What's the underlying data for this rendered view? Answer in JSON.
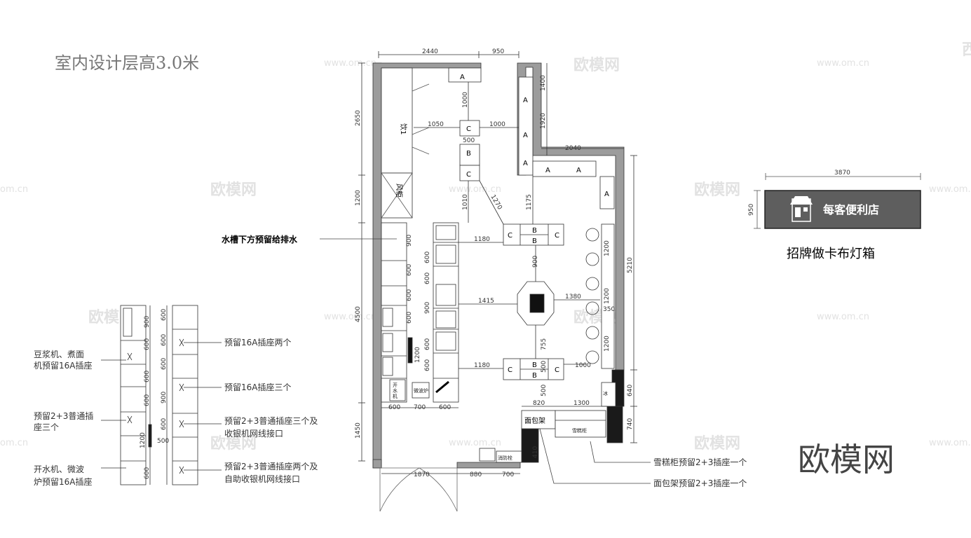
{
  "title": "室内设计层高3.0米",
  "sign": {
    "width_dim": "3870",
    "height_dim": "950",
    "shop_name": "每客便利店",
    "caption": "招牌做卡布灯箱"
  },
  "watermarks": {
    "site": "www.om.cn",
    "brand": "欧模网",
    "corner_brand": "欧模网",
    "partial_left": "om.cn",
    "partial_right": "西"
  },
  "notes": {
    "sink": "水槽下方预留给排水",
    "cake_cabinet": "雪糕柜预留2+3插座一个",
    "bread_rack": "面包架预留2+3插座一个"
  },
  "elevation_notes": {
    "left_1a": "豆浆机、煮面",
    "left_1b": "机预留16A插座",
    "left_2a": "预留2+3普通插",
    "left_2b": "座三个",
    "left_3a": "开水机、微波",
    "left_3b": "炉预留16A插座",
    "right_1": "预留16A插座两个",
    "right_2": "预留16A插座三个",
    "right_3a": "预留2+3普通插座三个及",
    "right_3b": "收银机网线接口",
    "right_4a": "预留2+3普通插座两个及",
    "right_4b": "自助收银机网线接口"
  },
  "labels": {
    "bread_rack": "面包架",
    "cake_cabinet": "雪糕柜",
    "fan_cabinet": "风柜",
    "drink_cabinet": "饮1",
    "water_boiler_1": "开",
    "water_boiler_2": "水",
    "water_boiler_3": "机",
    "microwave": "微波炉",
    "fire_hydrant": "消防栓",
    "ice_1": "冰",
    "shelf_a": "A",
    "shelf_b": "B",
    "shelf_c": "C"
  },
  "dims": {
    "top_1": "2440",
    "top_2": "950",
    "left_1": "2650",
    "left_2": "1200",
    "left_3": "4500",
    "left_4": "1450",
    "r_1": "1400",
    "r_2": "1920",
    "r_3": "2040",
    "r_4": "5210",
    "r_5": "640",
    "r_6": "740",
    "d_1000a": "1000",
    "d_1050": "1050",
    "d_1000b": "1000",
    "d_500a": "500",
    "d_1010": "1010",
    "d_1270": "1270",
    "d_1175": "1175",
    "d_1180a": "1180",
    "d_900": "900",
    "d_1415": "1415",
    "d_1380": "1380",
    "d_755": "755",
    "d_1180b": "1180",
    "d_1000c": "1000",
    "d_500b": "500",
    "d_500c": "500",
    "d_820": "820",
    "d_1300": "1300",
    "d_410": "410",
    "b_1": "1870",
    "b_2": "880",
    "b_3": "700",
    "bl_1": "600",
    "bl_2": "700",
    "bl_3": "600",
    "c_1200a": "1200",
    "c_1200b": "1200",
    "c_1200c": "1200",
    "c_350": "350",
    "k_900a": "900",
    "k_600a": "600",
    "k_600b": "600",
    "k_900b": "900",
    "k_600c": "600",
    "k_1200": "1200",
    "k_600d": "600",
    "k_600e": "600",
    "k_600f": "600",
    "k_900c": "900",
    "k_600g": "600",
    "k_900d": "900",
    "k_600h": "600",
    "e_900": "900",
    "e_600a": "600",
    "e_600b": "600",
    "e_600c": "600",
    "e_900b": "900",
    "e_600d": "600",
    "e_1200": "1200",
    "e_500": "500",
    "e_600e": "600"
  }
}
